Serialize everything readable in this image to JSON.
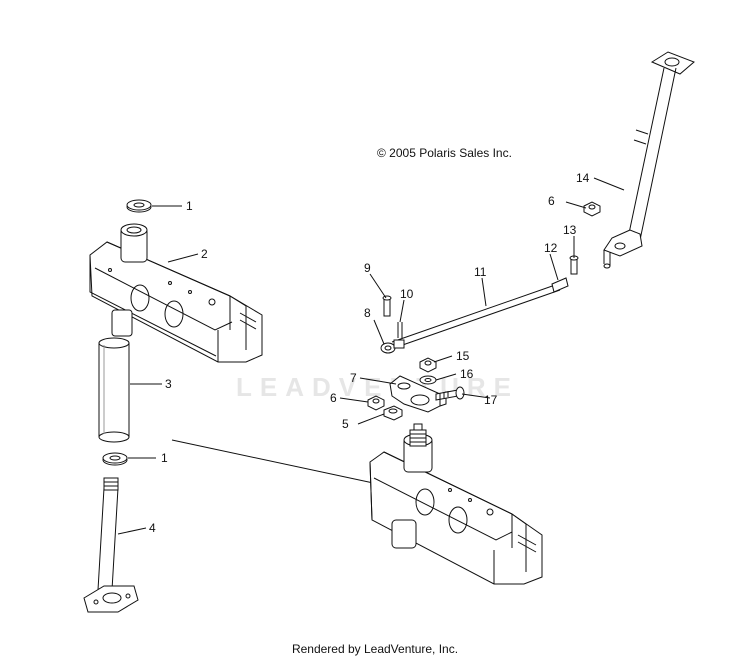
{
  "copyright": "© 2005 Polaris Sales Inc.",
  "footer": "Rendered by LeadVenture, Inc.",
  "watermark": "LEADVENTURE",
  "callouts": {
    "c1a": "1",
    "c2": "2",
    "c3": "3",
    "c1b": "1",
    "c4": "4",
    "c5": "5",
    "c6a": "6",
    "c7": "7",
    "c8": "8",
    "c9": "9",
    "c10": "10",
    "c11": "11",
    "c12": "12",
    "c13": "13",
    "c14": "14",
    "c6b": "6",
    "c15": "15",
    "c16": "16",
    "c17": "17"
  }
}
